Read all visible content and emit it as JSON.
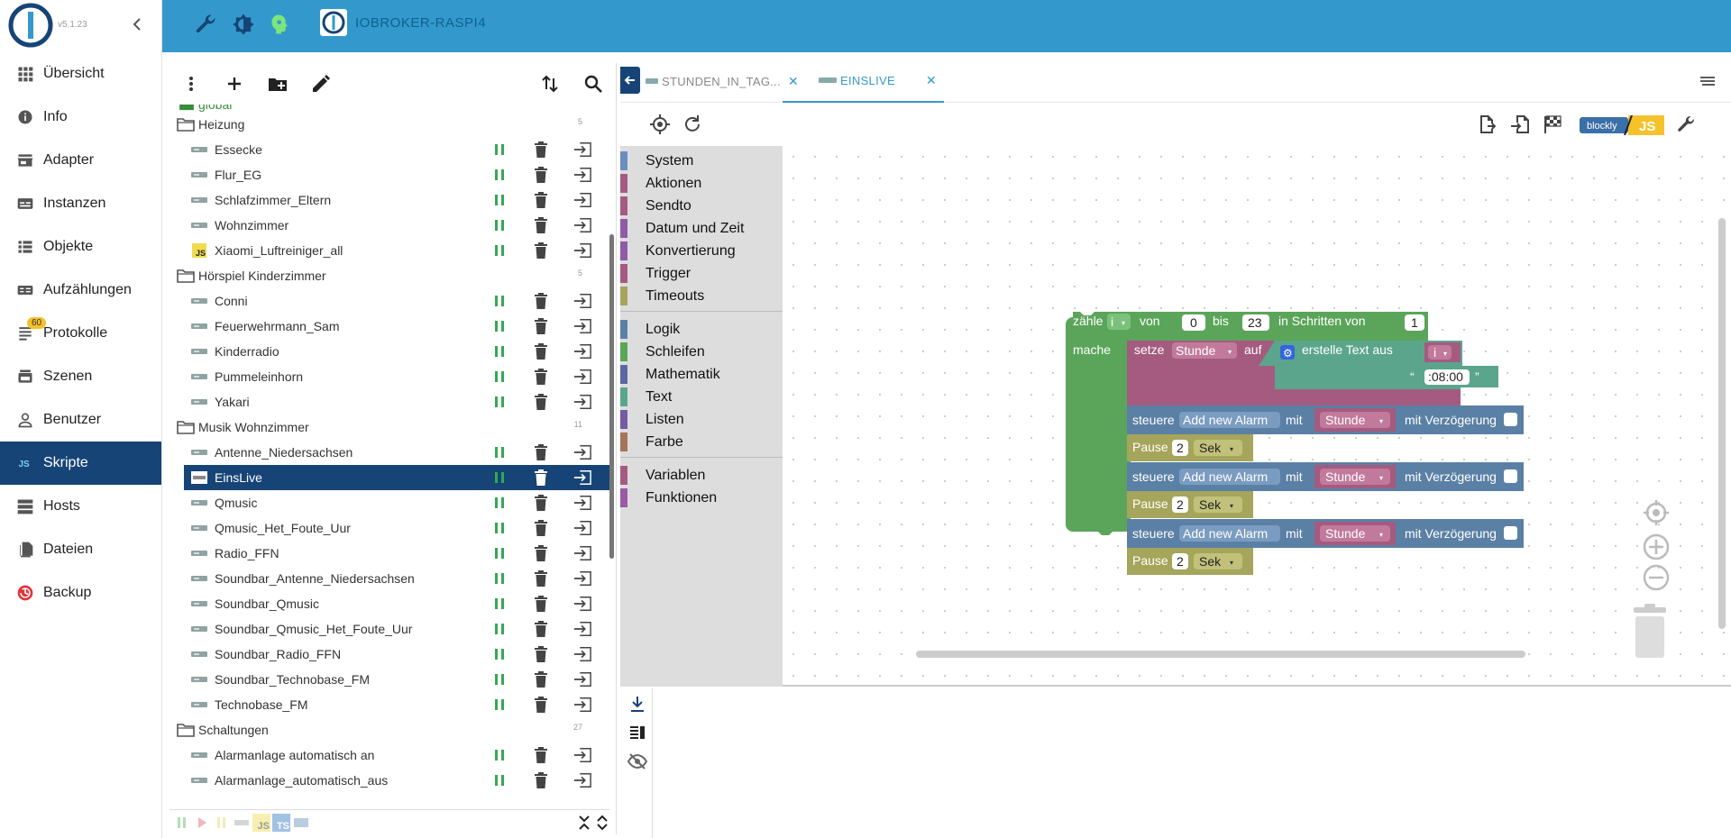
{
  "nav": {
    "version": "v5.1.23",
    "items": [
      {
        "label": "Übersicht",
        "icon": "apps-icon"
      },
      {
        "label": "Info",
        "icon": "info-icon"
      },
      {
        "label": "Adapter",
        "icon": "store-icon"
      },
      {
        "label": "Instanzen",
        "icon": "subtitles-icon"
      },
      {
        "label": "Objekte",
        "icon": "list-icon"
      },
      {
        "label": "Aufzählungen",
        "icon": "enum-icon"
      },
      {
        "label": "Protokolle",
        "icon": "log-icon",
        "badge": "60"
      },
      {
        "label": "Szenen",
        "icon": "scenes-icon"
      },
      {
        "label": "Benutzer",
        "icon": "user-icon"
      },
      {
        "label": "Skripte",
        "icon": "scripts-icon",
        "active": true
      },
      {
        "label": "Hosts",
        "icon": "hosts-icon"
      },
      {
        "label": "Dateien",
        "icon": "files-icon"
      },
      {
        "label": "Backup",
        "icon": "backup-icon"
      }
    ]
  },
  "topbar": {
    "host_title": "IOBROKER-RASPI4"
  },
  "tree": {
    "global_label": "global",
    "folders": [
      {
        "name": "Heizung",
        "count": "5",
        "scripts": [
          {
            "name": "Essecke",
            "type": "blockly"
          },
          {
            "name": "Flur_EG",
            "type": "blockly"
          },
          {
            "name": "Schlafzimmer_Eltern",
            "type": "blockly"
          },
          {
            "name": "Wohnzimmer",
            "type": "blockly"
          },
          {
            "name": "Xiaomi_Luftreiniger_all",
            "type": "js"
          }
        ]
      },
      {
        "name": "Hörspiel Kinderzimmer",
        "count": "5",
        "scripts": [
          {
            "name": "Conni",
            "type": "blockly"
          },
          {
            "name": "Feuerwehrmann_Sam",
            "type": "blockly"
          },
          {
            "name": "Kinderradio",
            "type": "blockly"
          },
          {
            "name": "Pummeleinhorn",
            "type": "blockly"
          },
          {
            "name": "Yakari",
            "type": "blockly"
          }
        ]
      },
      {
        "name": "Musik Wohnzimmer",
        "count": "11",
        "scripts": [
          {
            "name": "Antenne_Niedersachsen",
            "type": "blockly"
          },
          {
            "name": "EinsLive",
            "type": "blockly",
            "selected": true
          },
          {
            "name": "Qmusic",
            "type": "blockly"
          },
          {
            "name": "Qmusic_Het_Foute_Uur",
            "type": "blockly"
          },
          {
            "name": "Radio_FFN",
            "type": "blockly"
          },
          {
            "name": "Soundbar_Antenne_Niedersachsen",
            "type": "blockly"
          },
          {
            "name": "Soundbar_Qmusic",
            "type": "blockly"
          },
          {
            "name": "Soundbar_Qmusic_Het_Foute_Uur",
            "type": "blockly"
          },
          {
            "name": "Soundbar_Radio_FFN",
            "type": "blockly"
          },
          {
            "name": "Soundbar_Technobase_FM",
            "type": "blockly"
          },
          {
            "name": "Technobase_FM",
            "type": "blockly"
          }
        ]
      },
      {
        "name": "Schaltungen",
        "count": "27",
        "scripts": [
          {
            "name": "Alarmanlage automatisch an",
            "type": "blockly"
          },
          {
            "name": "Alarmanlage_automatisch_aus",
            "type": "blockly"
          }
        ]
      }
    ],
    "footer": {
      "js": "JS",
      "ts": "TS"
    }
  },
  "tabs": [
    {
      "label": "STUNDEN_IN_TAG...",
      "active": false
    },
    {
      "label": "EINSLIVE",
      "active": true
    }
  ],
  "editor_toolbar": {
    "blockly_label": "blockly",
    "js_label": "JS"
  },
  "toolbox": {
    "group1": [
      {
        "label": "System",
        "color": "#6c8ebf"
      },
      {
        "label": "Aktionen",
        "color": "#a55b80"
      },
      {
        "label": "Sendto",
        "color": "#a55b80"
      },
      {
        "label": "Datum und Zeit",
        "color": "#8e5ba5"
      },
      {
        "label": "Konvertierung",
        "color": "#8e5ba5"
      },
      {
        "label": "Trigger",
        "color": "#a55b80"
      },
      {
        "label": "Timeouts",
        "color": "#a5a55b"
      }
    ],
    "group2": [
      {
        "label": "Logik",
        "color": "#5b80a5"
      },
      {
        "label": "Schleifen",
        "color": "#5ba55b"
      },
      {
        "label": "Mathematik",
        "color": "#5b67a5"
      },
      {
        "label": "Text",
        "color": "#5ba58c"
      },
      {
        "label": "Listen",
        "color": "#745ba5"
      },
      {
        "label": "Farbe",
        "color": "#a5745b"
      }
    ],
    "group3": [
      {
        "label": "Variablen",
        "color": "#a55b80"
      },
      {
        "label": "Funktionen",
        "color": "#995ba5"
      }
    ]
  },
  "blocks": {
    "count_label": "zähle",
    "count_var": "i",
    "from_label": "von",
    "from_value": "0",
    "to_label": "bis",
    "to_value": "23",
    "step_label": "in Schritten von",
    "step_value": "1",
    "do_label": "mache",
    "set_label": "setze",
    "set_var": "Stunde",
    "set_to": "auf",
    "join_label": "erstelle Text aus",
    "join_var": "i",
    "join_text": ":08:00",
    "control_label": "steuere",
    "control_target": "Add new Alarm",
    "control_with": "mit",
    "control_var": "Stunde",
    "control_delay": "mit Verzögerung",
    "pause_label": "Pause",
    "pause_value": "2",
    "pause_unit": "Sek"
  }
}
